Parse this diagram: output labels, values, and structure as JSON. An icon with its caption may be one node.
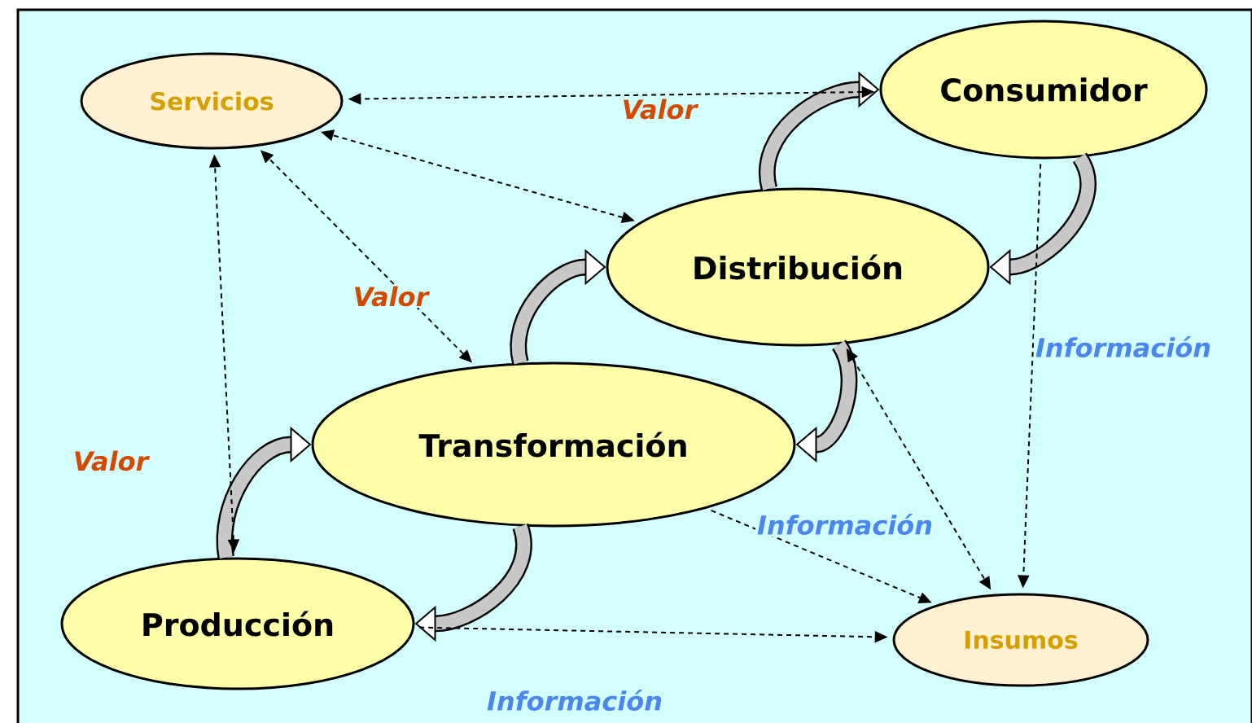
{
  "diagram": {
    "nodes": [
      {
        "text": [
          "Servicios"
        ]
      },
      {
        "text": [
          "Consumidor"
        ]
      },
      {
        "text": [
          "Distribución"
        ]
      },
      {
        "text": [
          "Transformación"
        ]
      },
      {
        "text": [
          "Producción"
        ]
      },
      {
        "text": [
          "Insumos"
        ]
      }
    ],
    "edges": [
      {
        "from": 1,
        "to": 0,
        "arrow": "both",
        "style": "dashed"
      },
      {
        "from": 2,
        "to": 0,
        "arrow": "both",
        "style": "dashed"
      },
      {
        "from": 3,
        "to": 0,
        "arrow": "both",
        "style": "dashed"
      },
      {
        "from": 4,
        "to": 0,
        "arrow": "both",
        "style": "dashed"
      },
      {
        "from": 2,
        "to": 5,
        "arrow": "both",
        "style": "dashed"
      },
      {
        "from": 1,
        "to": 5,
        "arrow": "to",
        "style": "dashed"
      },
      {
        "from": 3,
        "to": 5,
        "arrow": "to",
        "style": "dashed"
      },
      {
        "from": 4,
        "to": 5,
        "arrow": "to",
        "style": "dashed"
      },
      {
        "from": 4,
        "to": 3,
        "arrow": "to",
        "style": "thick"
      },
      {
        "from": 3,
        "to": 2,
        "arrow": "to",
        "style": "thick"
      },
      {
        "from": 2,
        "to": 1,
        "arrow": "to",
        "style": "thick"
      },
      {
        "from": 1,
        "to": 2,
        "arrow": "to",
        "style": "thick"
      },
      {
        "from": 2,
        "to": 3,
        "arrow": "to",
        "style": "thick"
      },
      {
        "from": 3,
        "to": 4,
        "arrow": "to",
        "style": "thick"
      }
    ],
    "labels": [
      "Valor",
      "Valor",
      "Valor",
      "Información",
      "Información",
      "Información"
    ]
  }
}
